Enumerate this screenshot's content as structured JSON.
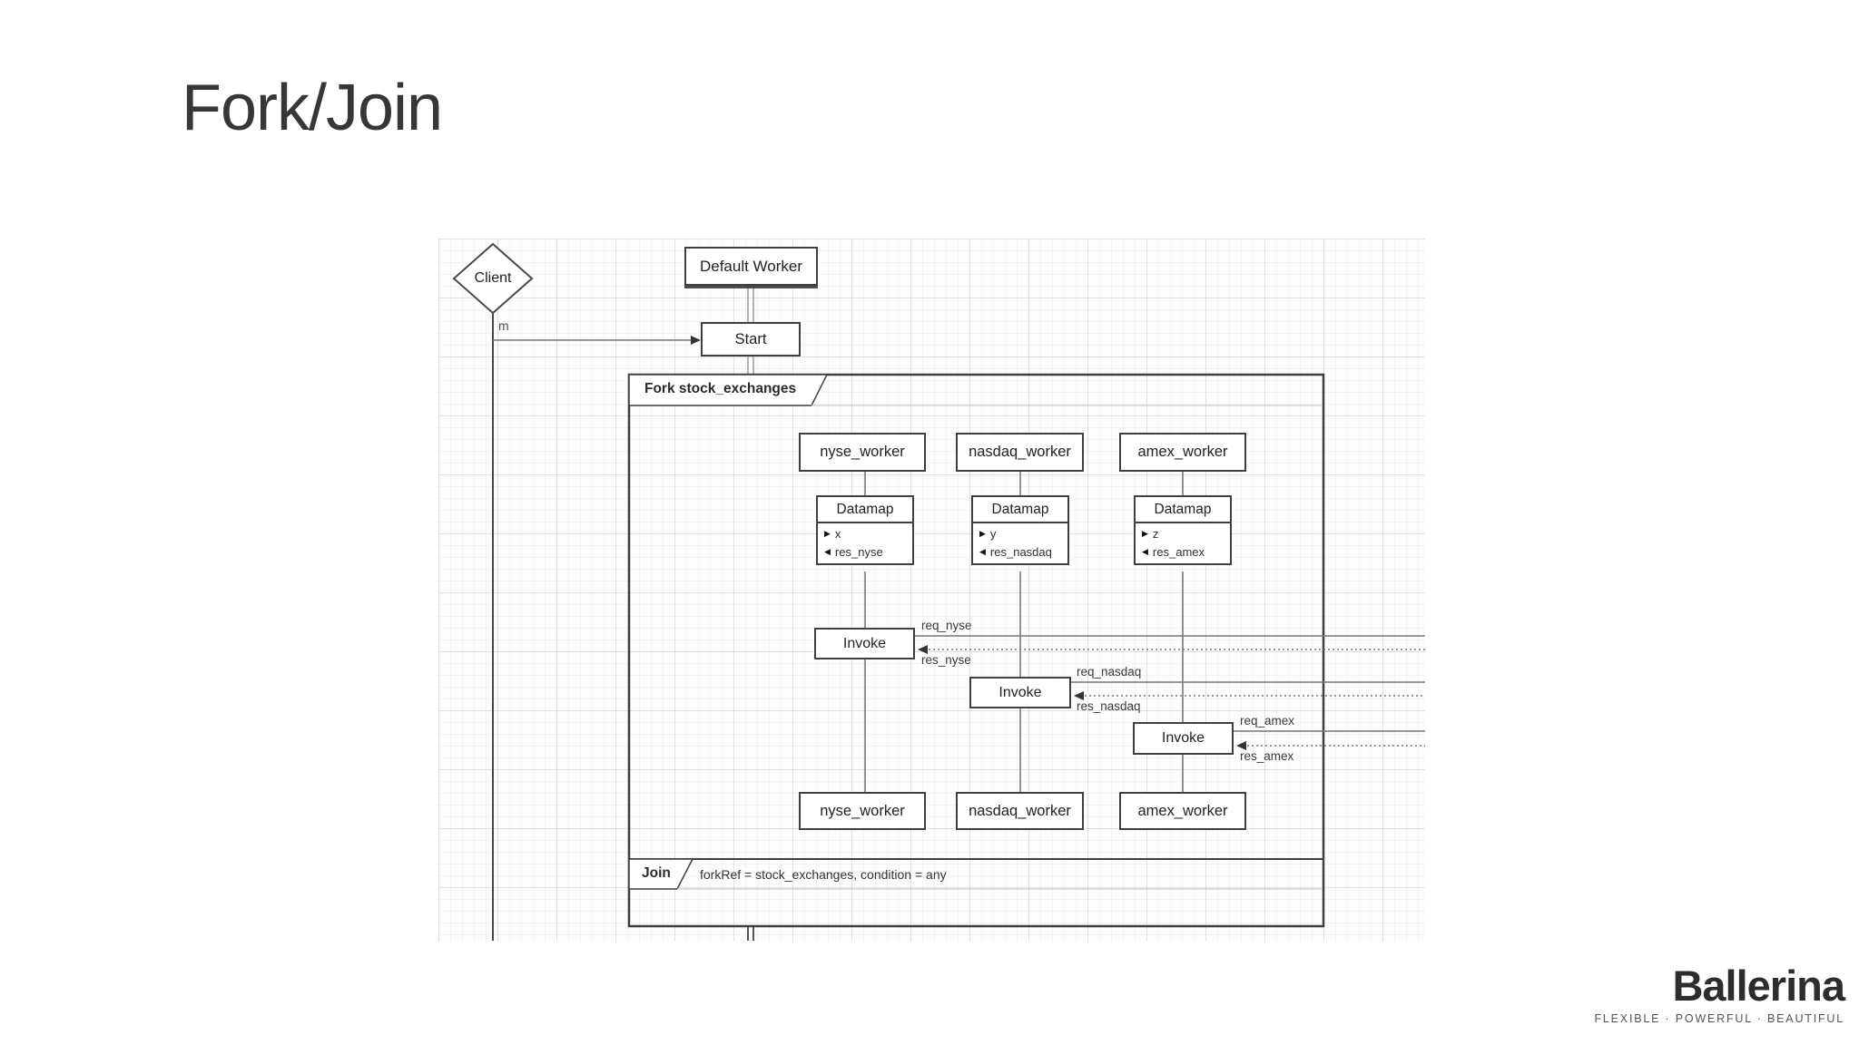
{
  "slide": {
    "title": "Fork/Join"
  },
  "diagram": {
    "client": "Client",
    "message": "m",
    "default_worker": "Default Worker",
    "start": "Start",
    "fork_title": "Fork stock_exchanges",
    "join_title": "Join",
    "join_condition": "forkRef = stock_exchanges, condition = any",
    "datamap_in_icon": "▶",
    "datamap_out_icon": "◀",
    "workers": [
      {
        "name": "nyse_worker",
        "datamap_title": "Datamap",
        "datamap_in": "x",
        "datamap_out": "res_nyse",
        "invoke": "Invoke",
        "req": "req_nyse",
        "res": "res_nyse"
      },
      {
        "name": "nasdaq_worker",
        "datamap_title": "Datamap",
        "datamap_in": "y",
        "datamap_out": "res_nasdaq",
        "invoke": "Invoke",
        "req": "req_nasdaq",
        "res": "res_nasdaq"
      },
      {
        "name": "amex_worker",
        "datamap_title": "Datamap",
        "datamap_in": "z",
        "datamap_out": "res_amex",
        "invoke": "Invoke",
        "req": "req_amex",
        "res": "res_amex"
      }
    ]
  },
  "footer": {
    "brand": "Ballerina",
    "tagline": "FLEXIBLE · POWERFUL · BEAUTIFUL"
  },
  "colors": {
    "ink": "#3b3b3b",
    "line": "#777777",
    "light_separator": "#cccccc",
    "background": "#ffffff"
  }
}
